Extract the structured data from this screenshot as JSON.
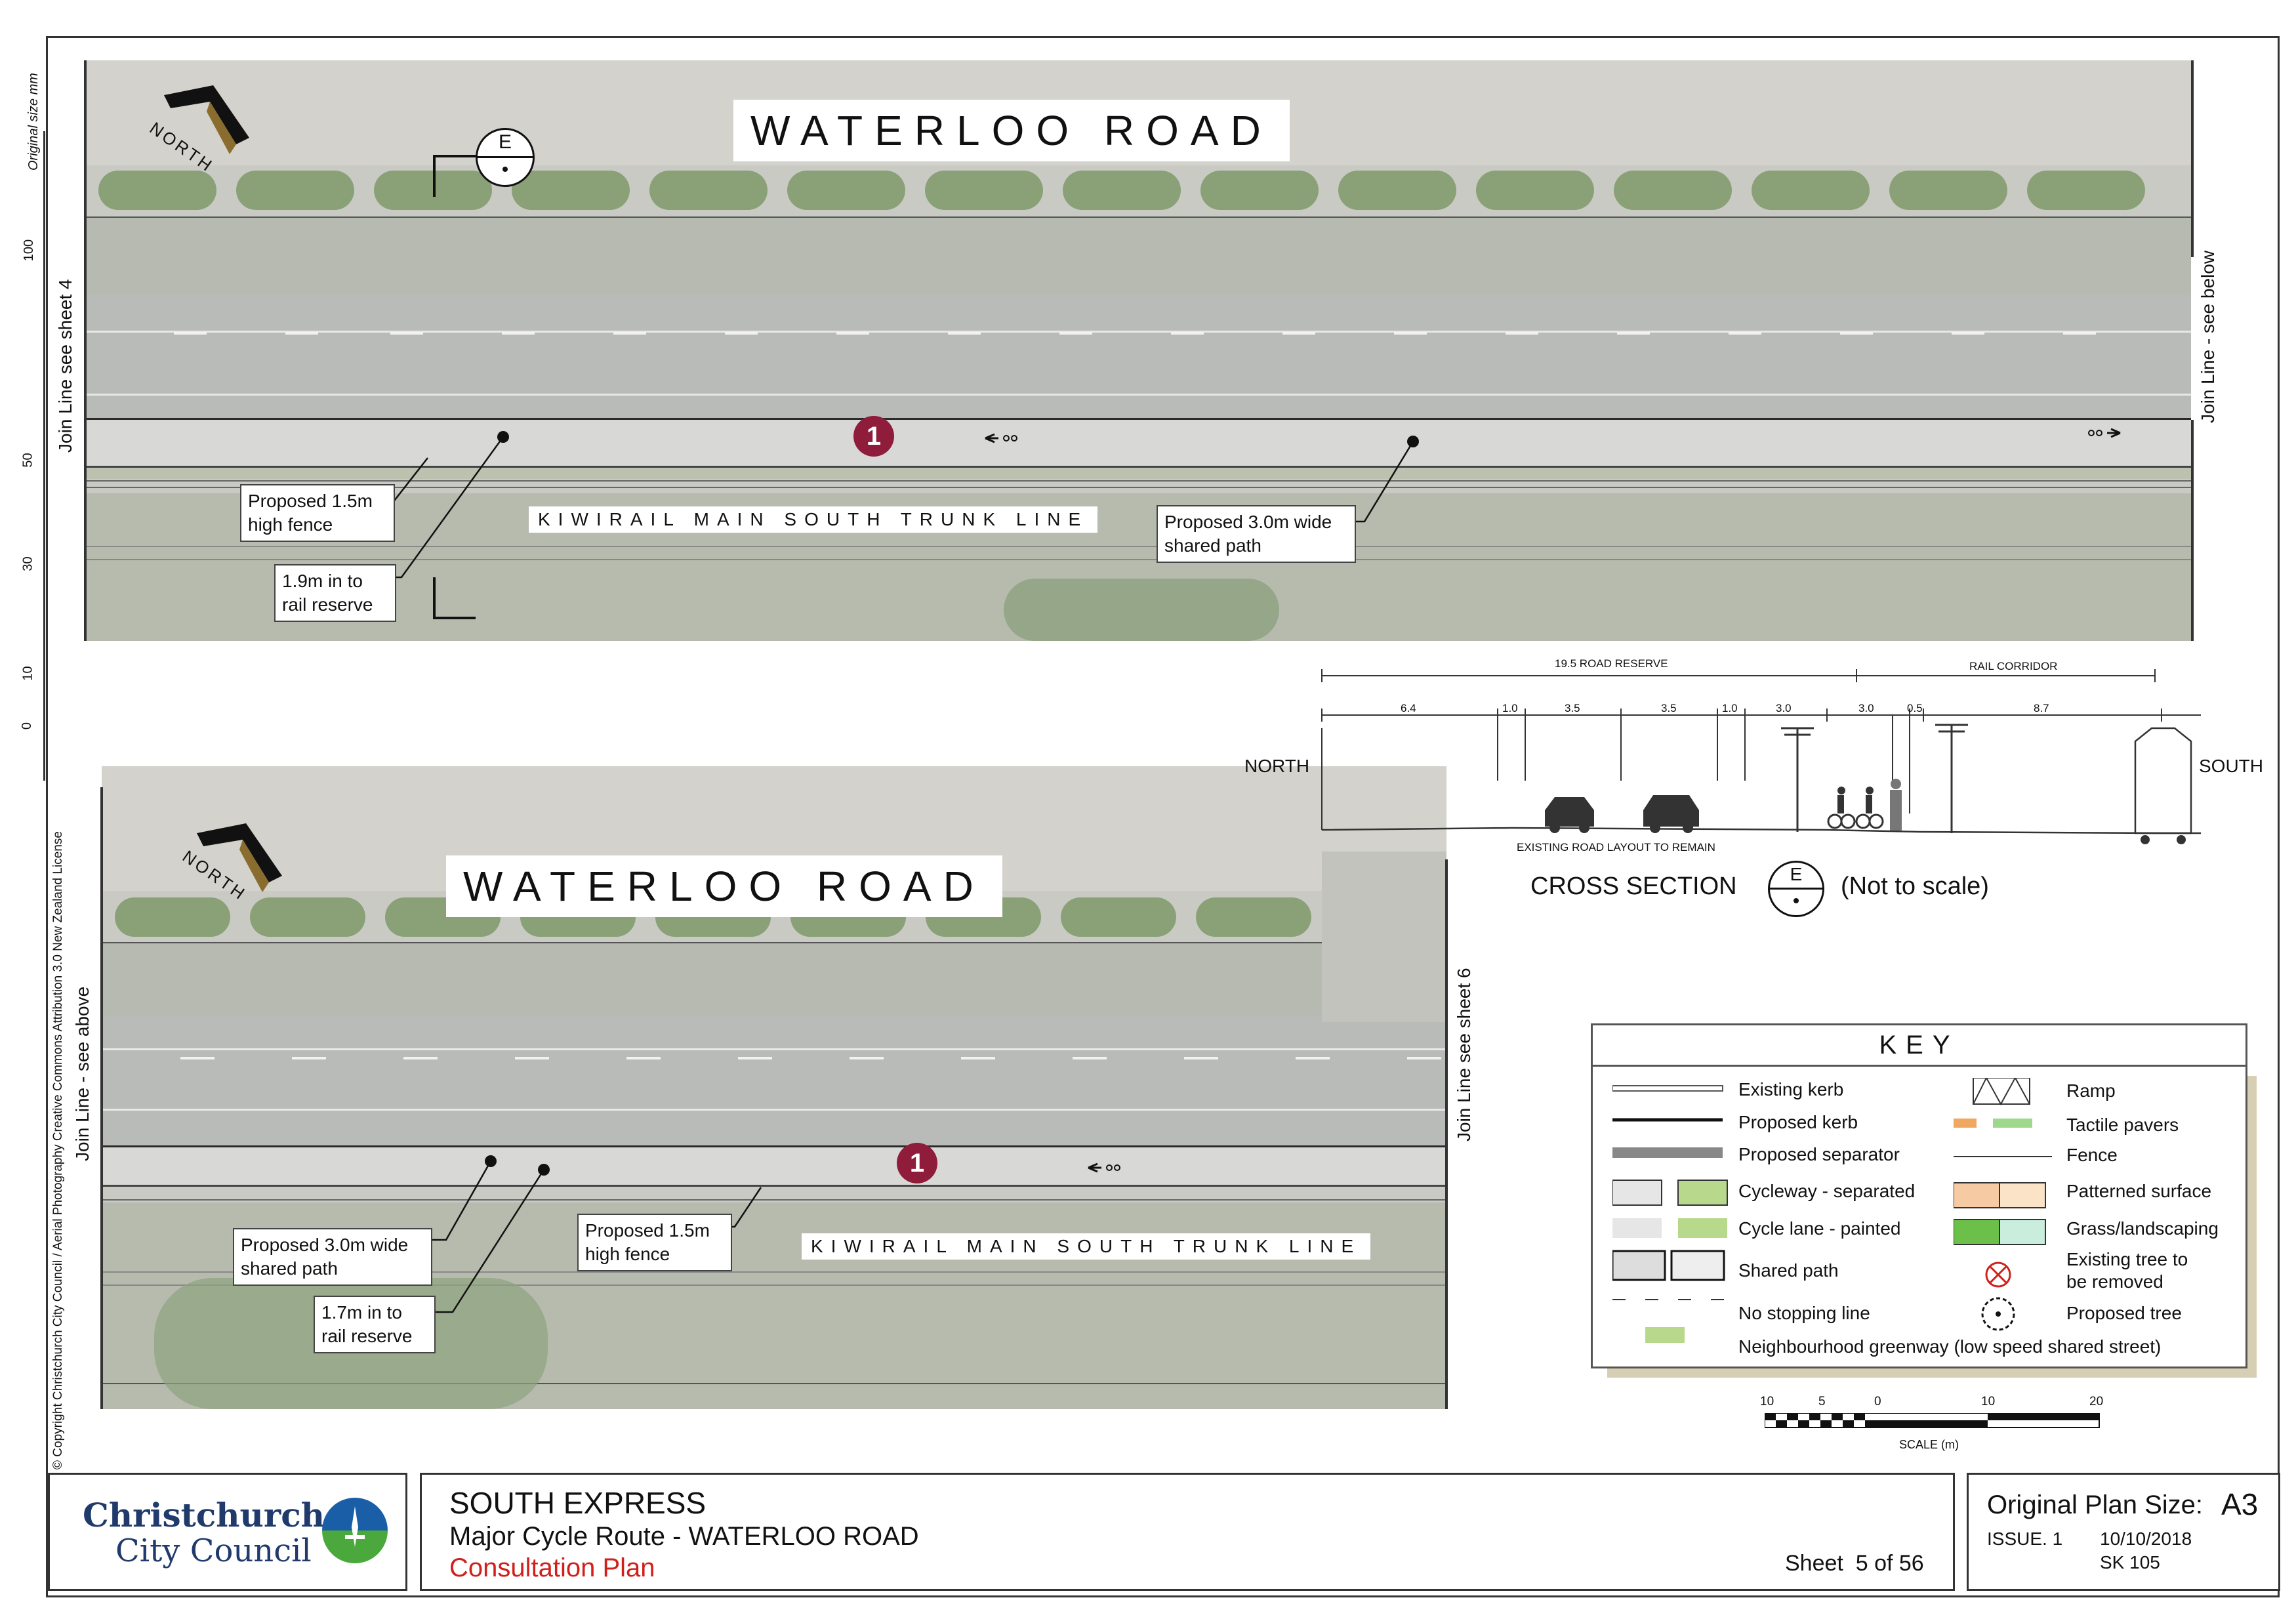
{
  "margin": {
    "scale_label": "Original size mm",
    "ticks": [
      "100",
      "50",
      "30",
      "10",
      "0"
    ],
    "copyright": "© Copyright Christchurch City Council / Aerial Photography Creative Commons Attribution 3.0 New Zealand License"
  },
  "panel_top": {
    "road_title": "WATERLOO ROAD",
    "north": "NORTH",
    "section_marker": "E",
    "join_left": "Join Line see sheet 4",
    "join_right": "Join Line - see below",
    "rail_label": "KIWIRAIL MAIN SOUTH TRUNK LINE",
    "route_marker": "1",
    "callouts": {
      "fence": "Proposed 1.5m high fence",
      "reserve": "1.9m in to rail reserve",
      "path": "Proposed 3.0m wide shared path"
    }
  },
  "panel_bottom": {
    "road_title": "WATERLOO ROAD",
    "north": "NORTH",
    "join_left": "Join Line - see above",
    "join_right": "Join Line see sheet 6",
    "rail_label": "KIWIRAIL MAIN SOUTH TRUNK LINE",
    "route_marker": "1",
    "callouts": {
      "path": "Proposed 3.0m wide shared path",
      "reserve": "1.7m in to rail reserve",
      "fence": "Proposed 1.5m high fence"
    }
  },
  "cross_section": {
    "road_reserve": "19.5 ROAD RESERVE",
    "rail_corridor": "RAIL CORRIDOR",
    "dims": [
      "6.4",
      "1.0",
      "3.5",
      "3.5",
      "1.0",
      "3.0",
      "3.0",
      "0.5",
      "8.7"
    ],
    "north": "NORTH",
    "south": "SOUTH",
    "existing": "EXISTING ROAD LAYOUT TO REMAIN",
    "title": "CROSS SECTION",
    "marker": "E",
    "note": "(Not to scale)"
  },
  "key": {
    "title": "KEY",
    "left": [
      "Existing kerb",
      "Proposed kerb",
      "Proposed separator",
      "Cycleway - separated",
      "Cycle lane - painted",
      "Shared path",
      "No stopping line",
      "Neighbourhood greenway (low speed shared street)"
    ],
    "right": [
      "Ramp",
      "Tactile pavers",
      "Fence",
      "Patterned surface",
      "Grass/landscaping",
      "Existing tree to be removed",
      "Proposed tree"
    ]
  },
  "scale": {
    "ticks": [
      "10",
      "5",
      "0",
      "10",
      "20"
    ],
    "label": "SCALE (m)"
  },
  "title_block": {
    "council_line1": "Christchurch",
    "council_line2": "City Council",
    "project": "SOUTH EXPRESS",
    "subtitle": "Major Cycle Route - WATERLOO ROAD",
    "plan_type": "Consultation Plan",
    "sheet": "Sheet  5 of 56",
    "plan_size_label": "Original Plan Size:",
    "plan_size": "A3",
    "issue": "ISSUE. 1",
    "date": "10/10/2018",
    "drawing_no": "SK 105"
  },
  "colors": {
    "marker": "#8e1c3a",
    "plan_type": "#d0201c",
    "council_blue": "#1a5ea8",
    "council_green": "#4aa83c"
  }
}
